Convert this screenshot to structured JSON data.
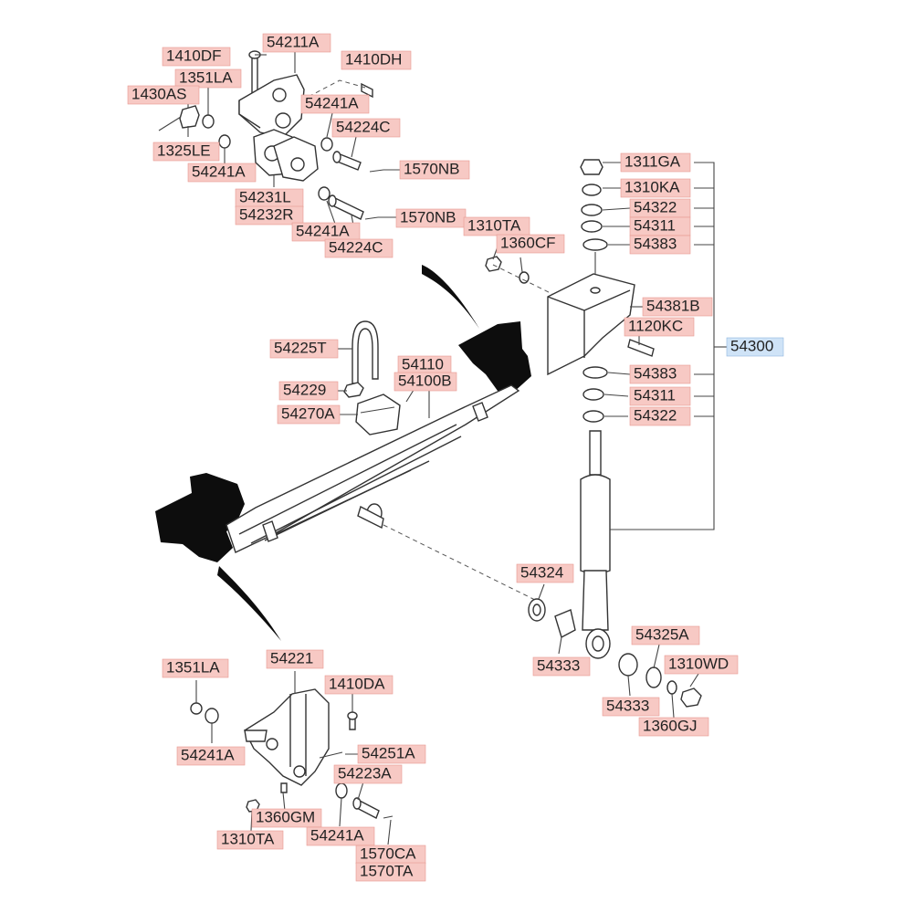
{
  "labels": {
    "l1410DF": "1410DF",
    "l54211A": "54211A",
    "l1410DH": "1410DH",
    "l1351LA_top": "1351LA",
    "l1430AS": "1430AS",
    "l54241A_1": "54241A",
    "l54224C_1": "54224C",
    "l1325LE": "1325LE",
    "l54241A_2": "54241A",
    "l1570NB_1": "1570NB",
    "l54231L": "54231L",
    "l54232R": "54232R",
    "l1570NB_2": "1570NB",
    "l54241A_3": "54241A",
    "l1310TA_top": "1310TA",
    "l54224C_2": "54224C",
    "l1360CF": "1360CF",
    "l1311GA": "1311GA",
    "l1310KA": "1310KA",
    "l54322_top": "54322",
    "l54311_top": "54311",
    "l54383_top": "54383",
    "l54381B": "54381B",
    "l1120KC": "1120KC",
    "l54300": "54300",
    "l54383_low": "54383",
    "l54311_low": "54311",
    "l54322_low": "54322",
    "l54225T": "54225T",
    "l54110": "54110",
    "l54100B": "54100B",
    "l54229": "54229",
    "l54270A": "54270A",
    "l54324": "54324",
    "l54333_1": "54333",
    "l54325A": "54325A",
    "l1310WD": "1310WD",
    "l54333_2": "54333",
    "l1360GJ": "1360GJ",
    "l1351LA_bot": "1351LA",
    "l54221": "54221",
    "l1410DA": "1410DA",
    "l54241A_4": "54241A",
    "l54251A": "54251A",
    "l54223A": "54223A",
    "l1360GM": "1360GM",
    "l1310TA_bot": "1310TA",
    "l54241A_5": "54241A",
    "l1570CA": "1570CA",
    "l1570TA": "1570TA"
  },
  "colors": {
    "label_fill": "#f7c9c4",
    "assembly_label_fill": "#cfe3f7"
  }
}
